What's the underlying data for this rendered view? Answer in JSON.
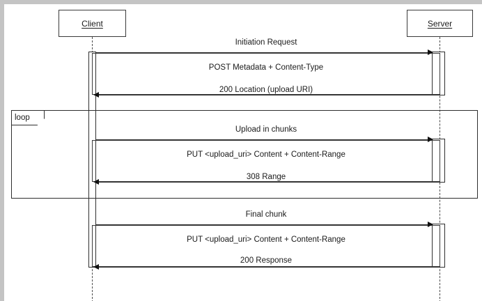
{
  "diagram": {
    "type": "uml-sequence-diagram",
    "participants": [
      {
        "name": "client",
        "label": "Client"
      },
      {
        "name": "server",
        "label": "Server"
      }
    ],
    "fragment": {
      "operator": "loop"
    },
    "messages": [
      {
        "id": "m1",
        "label": "Initiation Request",
        "kind": "section-title"
      },
      {
        "id": "m2",
        "label": "POST Metadata + Content-Type",
        "kind": "request",
        "from": "client",
        "to": "server"
      },
      {
        "id": "m3",
        "label": "200 Location (upload URI)",
        "kind": "response",
        "from": "server",
        "to": "client"
      },
      {
        "id": "m4",
        "label": "Upload in chunks",
        "kind": "section-title"
      },
      {
        "id": "m5",
        "label": "PUT <upload_uri> Content + Content-Range",
        "kind": "request",
        "from": "client",
        "to": "server"
      },
      {
        "id": "m6",
        "label": "308 Range",
        "kind": "response",
        "from": "server",
        "to": "client"
      },
      {
        "id": "m7",
        "label": "Final chunk",
        "kind": "section-title"
      },
      {
        "id": "m8",
        "label": "PUT <upload_uri> Content + Content-Range",
        "kind": "request",
        "from": "client",
        "to": "server"
      },
      {
        "id": "m9",
        "label": "200 Response",
        "kind": "response",
        "from": "server",
        "to": "client"
      }
    ],
    "colors": {
      "stroke": "#2e2e2e",
      "background": "#ffffff",
      "border": "#c4c4c4",
      "text": "#1a1a1a"
    }
  }
}
